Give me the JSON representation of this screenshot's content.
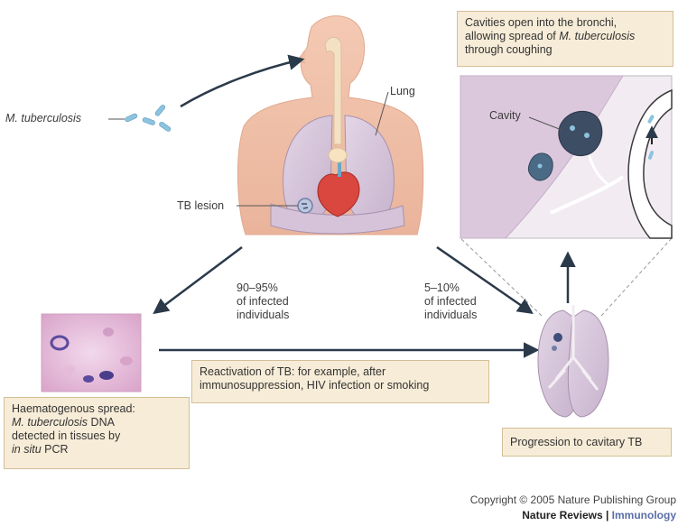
{
  "labels": {
    "mtb": "M. tuberculosis",
    "lung": "Lung",
    "tb_lesion": "TB lesion",
    "cavity": "Cavity",
    "pct_left": "90–95%",
    "pct_left_sub1": "of infected",
    "pct_left_sub2": "individuals",
    "pct_right": "5–10%",
    "pct_right_sub1": "of infected",
    "pct_right_sub2": "individuals"
  },
  "boxes": {
    "cavities": {
      "line1": "Cavities open into the bronchi,",
      "line2_pre": "allowing spread of ",
      "line2_italic": "M. tuberculosis",
      "line3": "through coughing"
    },
    "reactivation": {
      "line1": "Reactivation of TB: for example, after",
      "line2": "immunosuppression, HIV infection or smoking"
    },
    "haematogenous": {
      "line1": "Haematogenous spread:",
      "line2_italic": "M. tuberculosis",
      "line2_post": " DNA",
      "line3": "detected in tissues by",
      "line4_italic": "in situ",
      "line4_post": " PCR"
    },
    "progression": {
      "text": "Progression to cavitary TB"
    }
  },
  "footer": {
    "copyright": "Copyright © 2005 Nature Publishing Group",
    "journal_a": "Nature Reviews",
    "separator": " | ",
    "journal_b": "Immunology"
  },
  "colors": {
    "box_fill": "#f7ecd7",
    "box_border": "#d3bf97",
    "skin": "#f2c5ae",
    "lung": "#d8c8dd",
    "heart": "#d9473e",
    "arrow": "#2b3a4a",
    "bacteria": "#8cc3de"
  }
}
